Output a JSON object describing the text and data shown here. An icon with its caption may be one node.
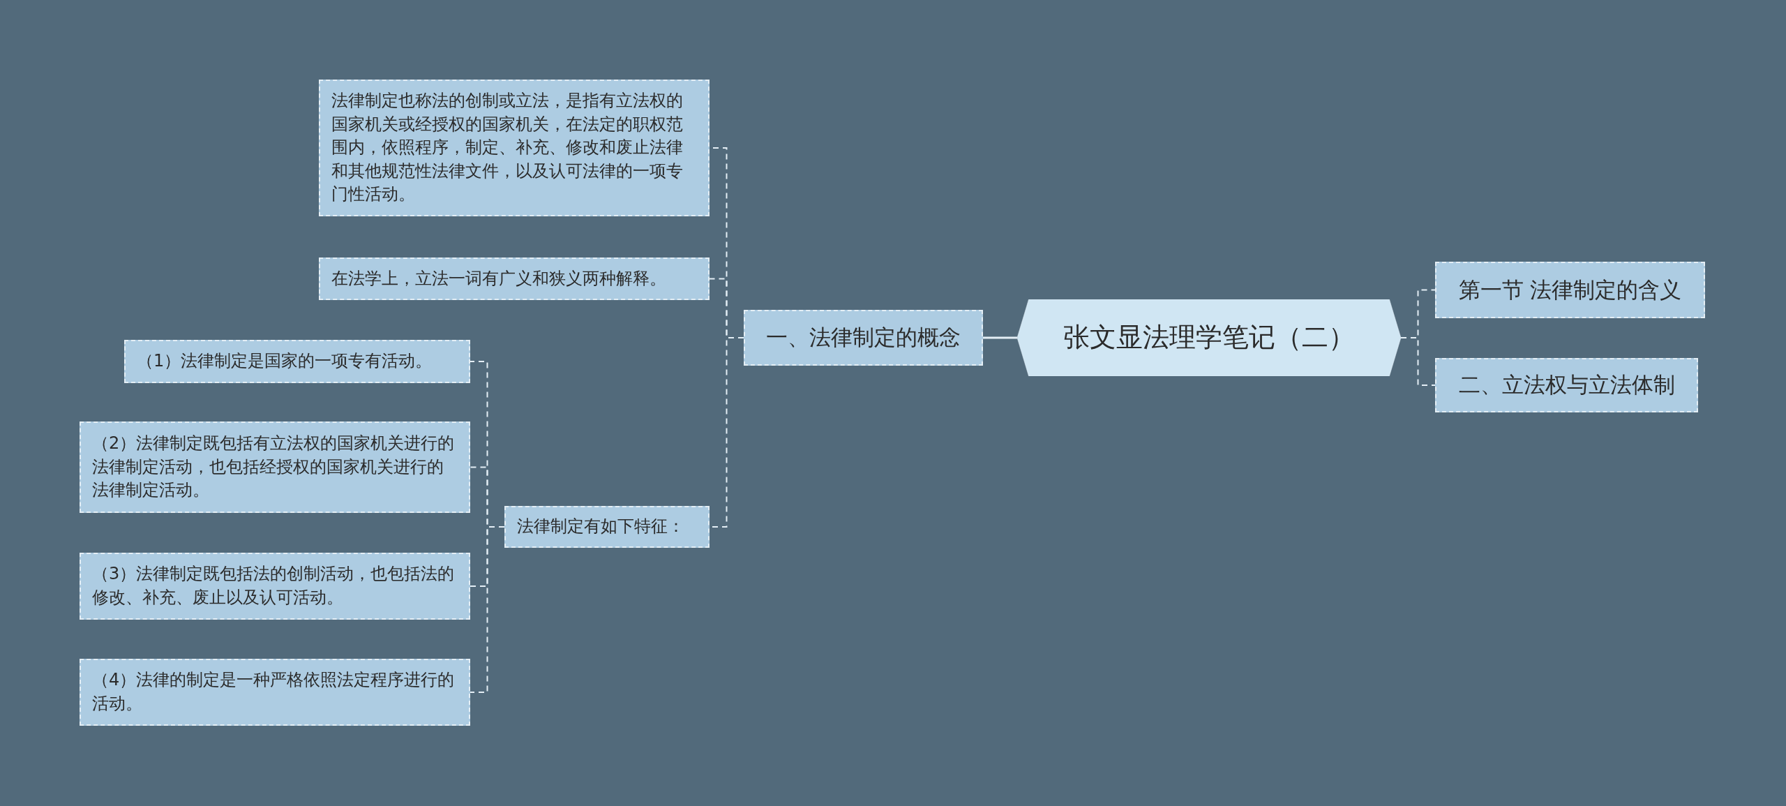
{
  "diagram": {
    "nodes": [
      {
        "text": [
          "张文显法理学笔记（二）"
        ]
      },
      {
        "text": [
          "一、法律制定的概念"
        ]
      },
      {
        "text": [
          "法律制定也称法的创制或立法，是指有立法权的国家机关或经授权的国家机关，在法定的职权范围内，依照程序，制定、补充、修改和废止法律和其他规范性法律文件，以及认可法律的一项专门性活动。"
        ]
      },
      {
        "text": [
          "在法学上，立法一词有广义和狭义两种解释。"
        ]
      },
      {
        "text": [
          "法律制定有如下特征："
        ]
      },
      {
        "text": [
          "（1）法律制定是国家的一项专有活动。"
        ]
      },
      {
        "text": [
          "（2）法律制定既包括有立法权的国家机关进行的法律制定活动，也包括经授权的国家机关进行的法律制定活动。"
        ]
      },
      {
        "text": [
          "（3）法律制定既包括法的创制活动，也包括法的修改、补充、废止以及认可活动。"
        ]
      },
      {
        "text": [
          "（4）法律的制定是一种严格依照法定程序进行的活动。"
        ]
      },
      {
        "text": [
          "第一节 法律制定的含义"
        ]
      },
      {
        "text": [
          "二、立法权与立法体制"
        ]
      }
    ],
    "edges": [
      {
        "from": 0,
        "to": 1,
        "arrow": "none"
      },
      {
        "from": 1,
        "to": 2,
        "arrow": "none",
        "style": "dashed"
      },
      {
        "from": 1,
        "to": 3,
        "arrow": "none",
        "style": "dashed"
      },
      {
        "from": 1,
        "to": 4,
        "arrow": "none",
        "style": "dashed"
      },
      {
        "from": 4,
        "to": 5,
        "arrow": "none",
        "style": "dashed"
      },
      {
        "from": 4,
        "to": 6,
        "arrow": "none",
        "style": "dashed"
      },
      {
        "from": 4,
        "to": 7,
        "arrow": "none",
        "style": "dashed"
      },
      {
        "from": 4,
        "to": 8,
        "arrow": "none",
        "style": "dashed"
      },
      {
        "from": 0,
        "to": 9,
        "arrow": "none",
        "style": "dashed"
      },
      {
        "from": 0,
        "to": 10,
        "arrow": "none",
        "style": "dashed"
      }
    ]
  }
}
